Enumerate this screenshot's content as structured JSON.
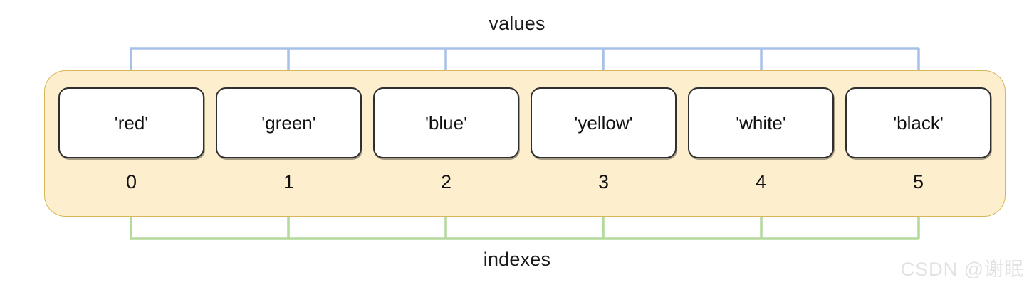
{
  "diagram": {
    "title_top": "values",
    "title_bottom": "indexes",
    "container_fill": "#fdeecd",
    "container_border": "#d6b656",
    "values_arrow_color": "#a7c0e8",
    "indexes_arrow_color": "#b3d99b",
    "cell_border": "#2f2f2f",
    "cell_fill": "#ffffff",
    "cells": [
      {
        "value": "'red'",
        "index": "0"
      },
      {
        "value": "'green'",
        "index": "1"
      },
      {
        "value": "'blue'",
        "index": "2"
      },
      {
        "value": "'yellow'",
        "index": "3"
      },
      {
        "value": "'white'",
        "index": "4"
      },
      {
        "value": "'black'",
        "index": "5"
      }
    ]
  },
  "watermark": {
    "text": "CSDN @谢眠"
  }
}
